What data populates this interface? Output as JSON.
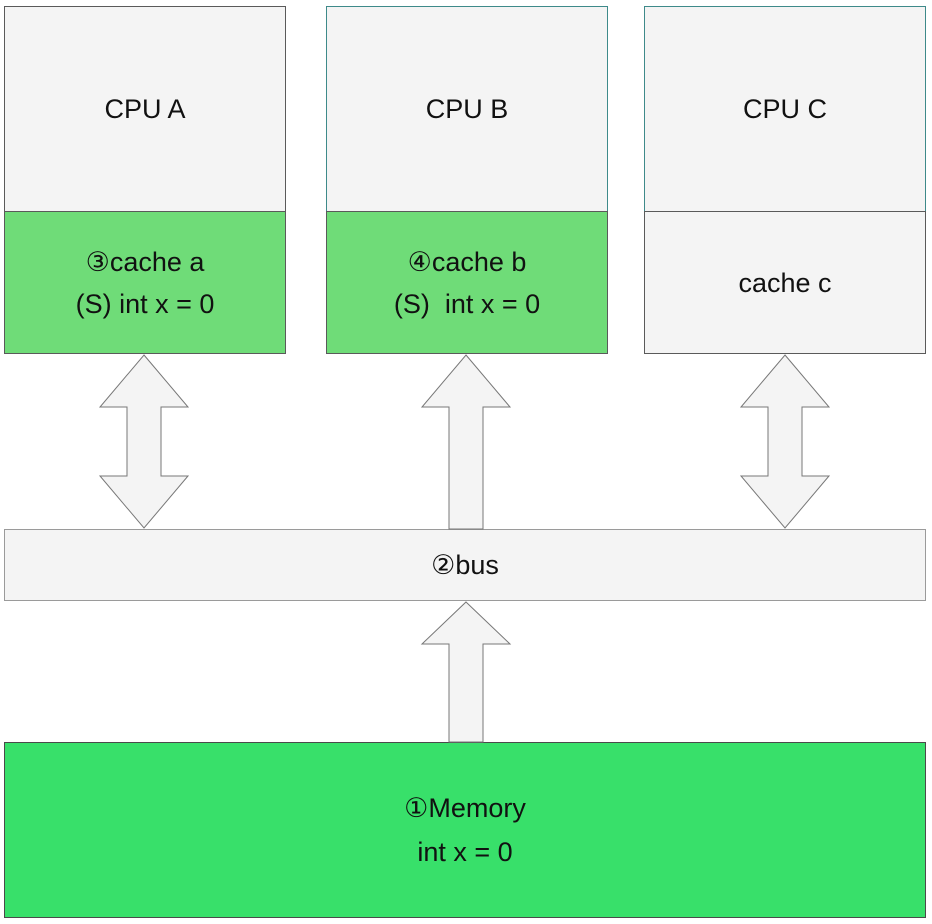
{
  "cpus": [
    {
      "name": "CPU A",
      "cache_lines": [
        "③cache a",
        "(S) int x = 0"
      ],
      "cache_state": "active",
      "bus_link": "bidirectional"
    },
    {
      "name": "CPU B",
      "cache_lines": [
        "④cache b",
        "(S)  int x = 0"
      ],
      "cache_state": "active",
      "bus_link": "up"
    },
    {
      "name": "CPU C",
      "cache_lines": [
        "cache c"
      ],
      "cache_state": "idle",
      "bus_link": "bidirectional"
    }
  ],
  "bus": {
    "label": "②bus"
  },
  "memory": {
    "lines": [
      "①Memory",
      "int x = 0"
    ],
    "link_to_bus": "up"
  },
  "colors": {
    "cache_active": "#6fdc78",
    "memory": "#38e06a",
    "box_fill": "#f4f4f4"
  }
}
